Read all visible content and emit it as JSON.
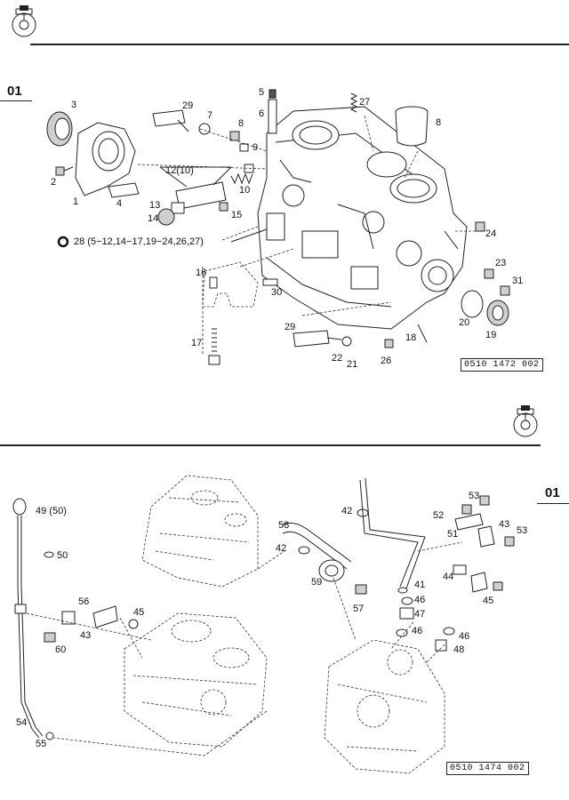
{
  "top_panel": {
    "section_number": "01",
    "note": "28 (5−12,14−17,19−24,26,27)",
    "reference_code": "0510  1472  002",
    "icon": "engine-block-icon",
    "labels": [
      "1",
      "2",
      "3",
      "4",
      "5",
      "6",
      "7",
      "8",
      "9",
      "10",
      "12(10)",
      "13",
      "14",
      "15",
      "16",
      "17",
      "18",
      "19",
      "20",
      "21",
      "22",
      "23",
      "24",
      "26",
      "27",
      "29",
      "30",
      "31",
      "8",
      "29"
    ]
  },
  "bottom_panel": {
    "section_number": "01",
    "reference_code": "0510  1474  002",
    "icon": "engine-block-icon",
    "labels": [
      "49 (50)",
      "50",
      "56",
      "45",
      "43",
      "60",
      "54",
      "55",
      "58",
      "42",
      "59",
      "57",
      "41",
      "46",
      "47",
      "46",
      "46",
      "48",
      "53",
      "52",
      "51",
      "43",
      "53",
      "44",
      "45",
      "42"
    ]
  }
}
